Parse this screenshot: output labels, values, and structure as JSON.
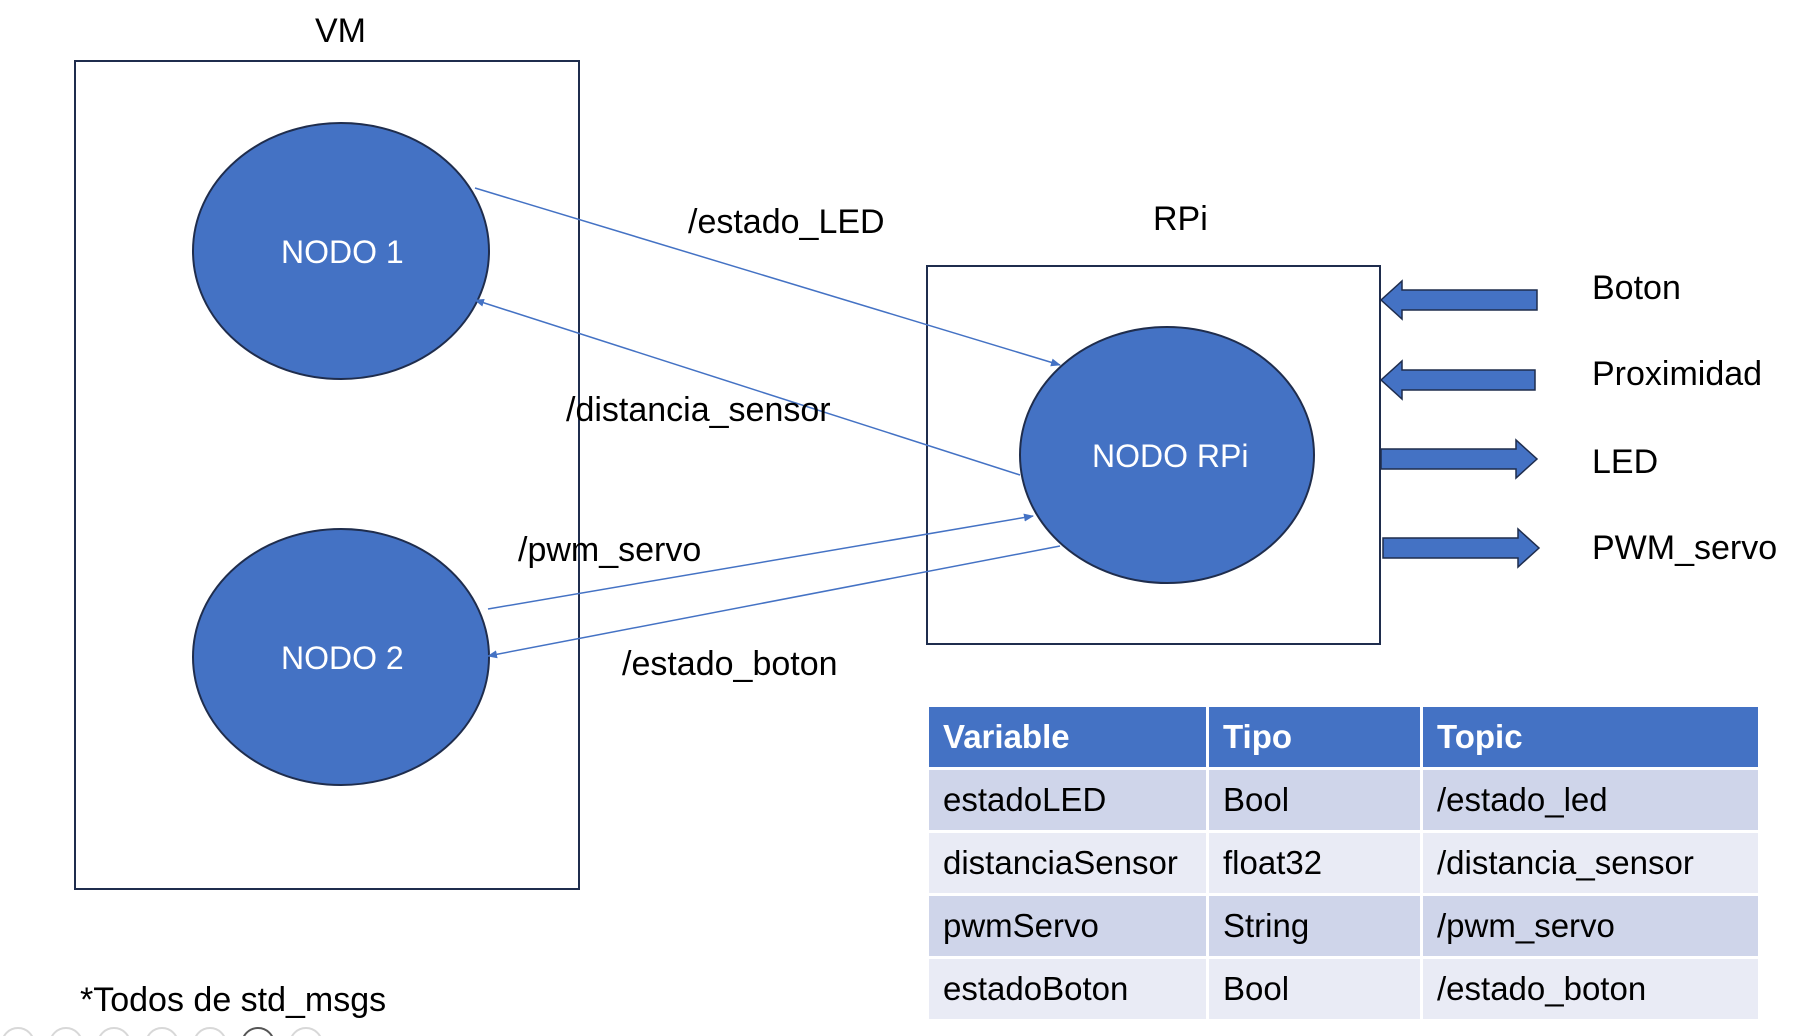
{
  "vm": {
    "title": "VM",
    "node1": "NODO 1",
    "node2": "NODO 2"
  },
  "rpi": {
    "title": "RPi",
    "node": "NODO RPi"
  },
  "topics": {
    "estado_led": "/estado_LED",
    "distancia_sensor": "/distancia_sensor",
    "pwm_servo": "/pwm_servo",
    "estado_boton": "/estado_boton"
  },
  "io": {
    "inputs": [
      "Boton",
      "Proximidad"
    ],
    "outputs": [
      "LED",
      "PWM_servo"
    ]
  },
  "table": {
    "headers": [
      "Variable",
      "Tipo",
      "Topic"
    ],
    "rows": [
      [
        "estadoLED",
        "Bool",
        "/estado_led"
      ],
      [
        "distanciaSensor",
        "float32",
        "/distancia_sensor"
      ],
      [
        "pwmServo",
        "String",
        "/pwm_servo"
      ],
      [
        "estadoBoton",
        "Bool",
        "/estado_boton"
      ]
    ]
  },
  "footnote": "*Todos de std_msgs",
  "colors": {
    "node_fill": "#4472c4",
    "node_stroke": "#1f2d4d",
    "connector": "#4472c4",
    "table_header": "#4472c4"
  }
}
